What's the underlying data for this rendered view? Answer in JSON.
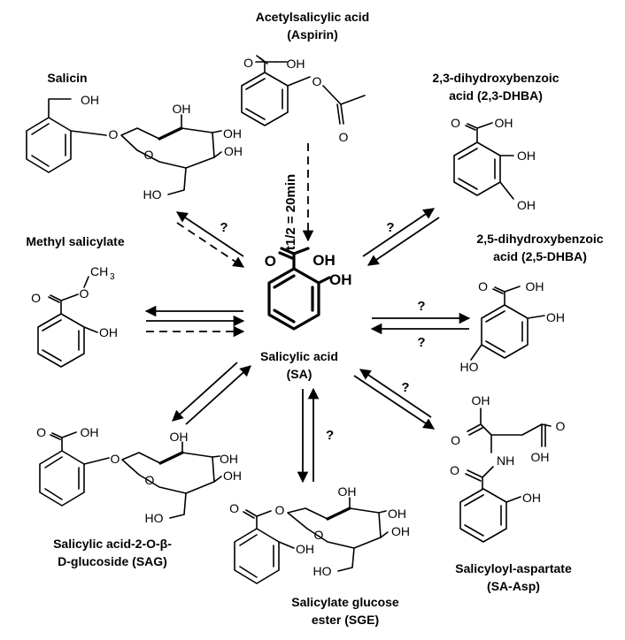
{
  "compounds": {
    "aspirin": {
      "name": "Acetylsalicylic acid",
      "alias": "(Aspirin)"
    },
    "salicin": {
      "name": "Salicin"
    },
    "dhba23": {
      "name": "2,3-dihydroxybenzoic",
      "name2": "acid (2,3-DHBA)"
    },
    "dhba25": {
      "name": "2,5-dihydroxybenzoic",
      "name2": "acid (2,5-DHBA)"
    },
    "methyl": {
      "name": "Methyl salicylate"
    },
    "sa": {
      "name": "Salicylic acid",
      "alias": "(SA)"
    },
    "sag": {
      "name": "Salicylic acid-2-O-β-",
      "name2": "D-glucoside (SAG)"
    },
    "sge": {
      "name": "Salicylate glucose",
      "name2": "ester  (SGE)"
    },
    "saasp": {
      "name": "Salicyloyl-aspartate",
      "name2": "(SA-Asp)"
    }
  },
  "atoms": {
    "oh": "OH",
    "o": "O",
    "ho": "HO",
    "ch3": "CH",
    "ch3_sub": "3",
    "nh": "NH"
  },
  "arrows": {
    "halflife": "t1/2 = 20min",
    "unknown": "?"
  }
}
